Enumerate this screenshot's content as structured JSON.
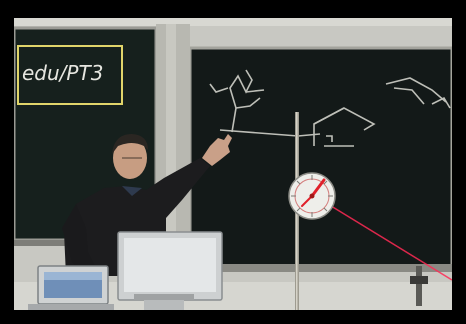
{
  "board_text": "edu/PT3",
  "colors": {
    "frame": "#000000",
    "wall": "#c9c9c4",
    "chalkboard": "#141a19",
    "chalk_yellow": "#e0d46a",
    "chalk_white": "#e6e6e0",
    "laser": "#ff2a55",
    "sweater": "#1c1c1e",
    "skin": "#c79d82",
    "monitor": "#cfd2d3"
  },
  "icons": {
    "dial": "round-dial-with-red-needle",
    "monitor": "crt-monitor",
    "laptop": "small-laptop-screen"
  }
}
